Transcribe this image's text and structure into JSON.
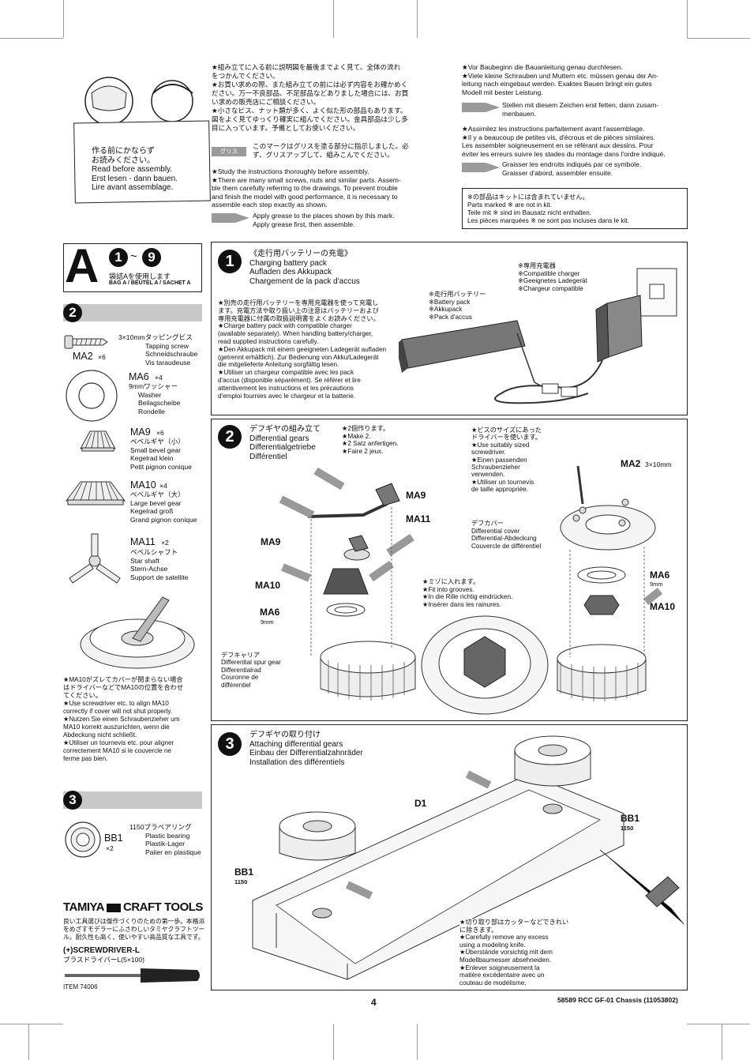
{
  "header": {
    "badges": {
      "grease": "グリス"
    },
    "jp_lines": [
      "★組み立てに入る前に説明図を最後までよく見て、全体の流れ",
      "をつかんでください。",
      "★お買い求めの際、また組み立ての前には必ず内容をお確かめく",
      "ださい。万一不良部品、不足部品などありました場合には、お買",
      "い求めの販売店にご相談ください。",
      "★小さなビス、ナット類が多く、よく似た形の部品もあります。",
      "図をよく見てゆっくり確実に組んでください。金具部品は少し多",
      "目に入っています。予備としてお使いください。"
    ],
    "jp_grease_1": "このマークはグリスを塗る部分に指示しました。必",
    "jp_grease_2": "ず、グリスアップして、組みこんでください。",
    "en_lines": [
      "★Study the instructions thoroughly before assembly.",
      "★There are many small screws, nuts and similar parts. Assem-",
      "ble them carefully referring to the drawings. To prevent trouble",
      "and finish the model with good performance, it is necessary to",
      "assemble each step exactly as shown."
    ],
    "en_grease_1": "Apply grease to the places shown by this mark.",
    "en_grease_2": "Apply grease first, then assemble.",
    "de_lines": [
      "★Vor Baubeginn die Bauanleitung genau durchlesen.",
      "★Viele kleine Schrauben und Muttern etc. müssen genau der An-",
      "leitung nach eingebaut werden. Exaktes Bauen bringt ein gutes",
      "Modell mit bester Leistung."
    ],
    "de_grease_1": "Stellen mit diesem Zeichen erst fetten, dann zusam-",
    "de_grease_2": "menbauen.",
    "fr_lines": [
      "★Assimilez les instructions parfaitement avant l'assemblage.",
      "★Il y a beaucoup de petites vis, d'écrous et de pièces similaires.",
      "Les assembler soigneusement en se référant aux dessins. Pour",
      "éviter les erreurs suivre les stades du montage dans l'ordre indiqué."
    ],
    "fr_grease_1": "Graisser les endroits indiqués par ce symbole.",
    "fr_grease_2": "Graisser d'abord, assembler ensuite.",
    "notkit_lines": [
      "※の部品はキットには含まれていません。",
      "Parts marked ※ are not in kit.",
      "Teile mit ※ sind im Bausatz nicht enthalten.",
      "Les pièces marquées ※ ne sont pas incluses dans le kit."
    ],
    "read_lines": [
      "作る前にかならず",
      "お読みください。",
      "Read before assembly.",
      "Erst lesen - dann bauen.",
      "Lire avant assemblage."
    ]
  },
  "bag": {
    "letter": "A",
    "range_start": "1",
    "range_sep": "~",
    "range_end": "9",
    "jp": "袋詰Aを使用します",
    "langs": "BAG A / BEUTEL A / SACHET A"
  },
  "parts2": {
    "step": "2",
    "items": [
      {
        "code": "MA2",
        "qty": "×6",
        "lines": [
          "3×10mmタッピングビス",
          "Tapping screw",
          "Schneidschraube",
          "Vis taraudeuse"
        ]
      },
      {
        "code": "MA6",
        "qty": "×4",
        "lines": [
          "9mmワッシャー",
          "Washer",
          "Beilagscheibe",
          "Rondelle"
        ]
      },
      {
        "code": "MA9",
        "qty": "×6",
        "lines": [
          "ベベルギヤ（小）",
          "Small bevel gear",
          "Kegelrad klein",
          "Petit pignon conique"
        ]
      },
      {
        "code": "MA10",
        "qty": "×4",
        "lines": [
          "ベベルギヤ（大）",
          "Large bevel gear",
          "Kegelrad groß",
          "Grand pignon conique"
        ]
      },
      {
        "code": "MA11",
        "qty": "×2",
        "lines": [
          "ベベルシャフト",
          "Star shaft",
          "Stern-Achse",
          "Support de satellite"
        ]
      }
    ],
    "note_lines": [
      "★MA10がズレてカバーが閉まらない場合",
      "はドライバーなどでMA10の位置を合わせ",
      "てください。",
      "★Use screwdriver etc. to align MA10",
      "correctly if cover will not shut properly.",
      "★Nutzen Sie einen Schraubenzieher um",
      "MA10 korrekt auszurichten, wenn die",
      "Abdeckung nicht schließt.",
      "★Utiliser un tournevis etc. pour aligner",
      "correctement MA10 si le couvercle ne",
      "ferme pas bien."
    ]
  },
  "parts3": {
    "step": "3",
    "code": "BB1",
    "qty": "×2",
    "lines": [
      "1150プラベアリング",
      "Plastic bearing",
      "Plastik-Lager",
      "Palier en plastique"
    ]
  },
  "tools": {
    "brand": "TAMIYA",
    "brand2": "CRAFT TOOLS",
    "desc": [
      "良い工具選びは傑作づくりのための第一歩。本格派",
      "をめざすモデラーにふさわしいタミヤクラフトツー",
      "ル。耐久性も高く、使いやすい高品質な工具です。"
    ],
    "name": "(+)SCREWDRIVER-L",
    "name_jp": "プラスドライバーL(5×100)",
    "item": "ITEM 74006"
  },
  "step1": {
    "num": "1",
    "title_jp": "《走行用バッテリーの充電》",
    "title_en": "Charging battery pack",
    "title_de": "Aufladen des Akkupack",
    "title_fr": "Chargement de la pack d'accus",
    "notes": [
      "★別売の走行用バッテリーを専用充電器を使って充電し",
      "ます。充電方法や取り扱い上の注意はバッテリーおよび",
      "専用充電器に付属の取扱説明書をよくお読みください。",
      "★Charge battery pack with compatible charger",
      "(available separately). When handling battery/charger,",
      "read supplied instructions carefully.",
      "★Den Akkupack mit einem geeigneten Ladegerät aufladen",
      "(getrennt erhältlich). Zur Bedienung von Akku/Ladegerät",
      "die mitgelieferte Anleitung sorgfältig lesen.",
      "★Utiliser un chargeur compatible avec les pack",
      "d'accus (disponible séparément). Se référer et lire",
      "attentivement les instructions et les précautions",
      "d'emploi fournies avec le chargeur et la batterie."
    ],
    "charger": [
      "※専用充電器",
      "※Compatible charger",
      "※Geeignetes Ladegerät",
      "※Chargeur compatible"
    ],
    "battery": [
      "※走行用バッテリー",
      "※Battery pack",
      "※Akkupack",
      "※Pack d'accus"
    ]
  },
  "step2": {
    "num": "2",
    "title_jp": "デフギヤの組み立て",
    "title_en": "Differential gears",
    "title_de": "Differentialgetriebe",
    "title_fr": "Différentiel",
    "make": [
      "★2個作ります。",
      "★Make 2.",
      "★2 Satz anfertigen.",
      "★Faire 2 jeux."
    ],
    "screwdriver": [
      "★ビスのサイズにあった",
      "ドライバーを使います。",
      "★Use suitably sized",
      "screwdriver.",
      "★Einen passenden",
      "Schraubenzieher",
      "verwenden.",
      "★Utiliser un tournevis",
      "de taille appropriée."
    ],
    "cover": [
      "デフカバー",
      "Differential cover",
      "Differential-Abdeckung",
      "Couvercle de différentiel"
    ],
    "grooves": [
      "★ミゾに入れます。",
      "★Fit into grooves.",
      "★In die Rille richtig eindrücken.",
      "★Insérer dans les rainures."
    ],
    "carrier": [
      "デフキャリア",
      "Differential spur gear",
      "Differentialrad",
      "Couronne de",
      "différentiel"
    ],
    "labels": {
      "ma9": "MA9",
      "ma11": "MA11",
      "ma9b": "MA9",
      "ma10": "MA10",
      "ma6": "MA6",
      "mm9": "9mm",
      "ma2": "MA2",
      "ma2size": "3×10mm",
      "ma6r": "MA6",
      "mm9r": "9mm",
      "ma10r": "MA10"
    }
  },
  "step3": {
    "num": "3",
    "title_jp": "デフギヤの取り付け",
    "title_en": "Attaching differential gears",
    "title_de": "Einbau der Differentialzahnräder",
    "title_fr": "Installation des différentiels",
    "labels": {
      "d1": "D1",
      "bb1a": "BB1",
      "n1150a": "1150",
      "bb1b": "BB1",
      "n1150b": "1150"
    },
    "knife": [
      "★切り取り部はカッターなどできれい",
      "に除きます。",
      "★Carefully remove any excess",
      "using a modeling knife.",
      "★Überstände vorsichtig mit dem",
      "Modellbaumesser absehneiden.",
      "★Enlever soigneusement la",
      "matière excédentaire avec un",
      "couteau de modélisme."
    ]
  },
  "footer": {
    "page": "4",
    "code": "58589 RCC GF-01 Chassis (11053802)"
  }
}
